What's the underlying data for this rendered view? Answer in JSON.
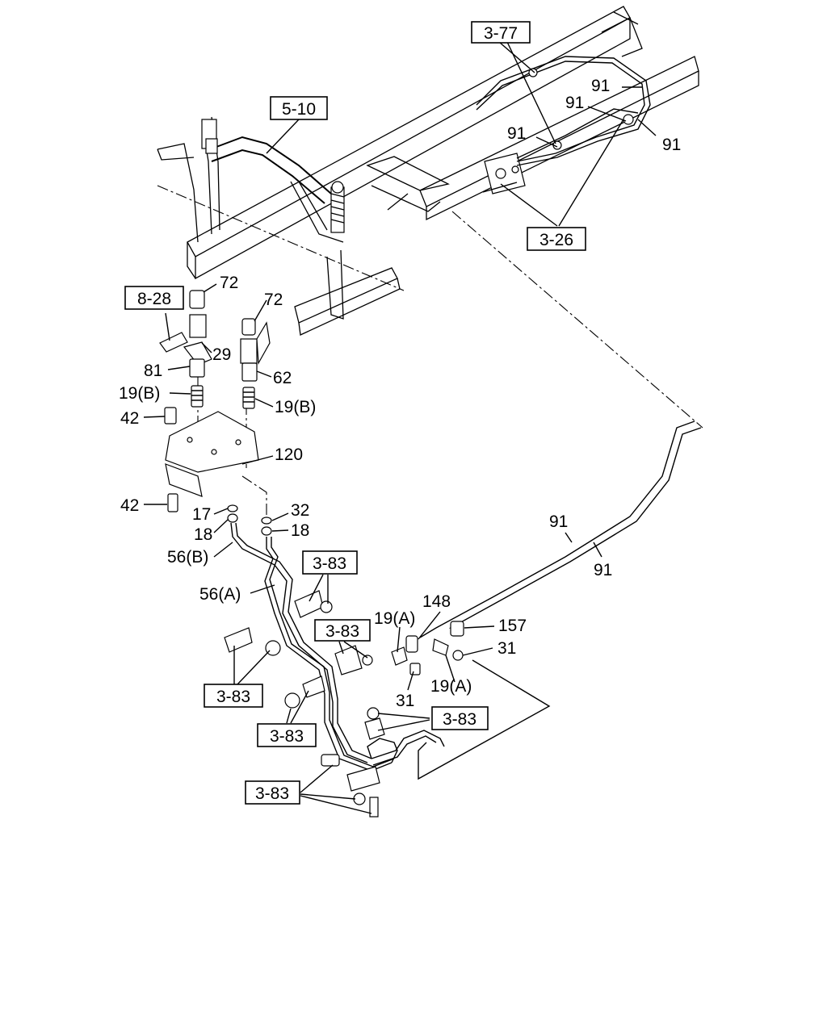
{
  "ref_boxes": {
    "b377": "3-77",
    "b510": "5-10",
    "b326": "3-26",
    "b828": "8-28",
    "b383_a": "3-83",
    "b383_b": "3-83",
    "b383_c": "3-83",
    "b383_d": "3-83",
    "b383_e": "3-83",
    "b383_f": "3-83"
  },
  "part_labels": {
    "p91_a": "91",
    "p91_b": "91",
    "p91_c": "91",
    "p91_d": "91",
    "p91_e": "91",
    "p91_f": "91",
    "p72_a": "72",
    "p72_b": "72",
    "p29": "29",
    "p81": "81",
    "p62": "62",
    "p19b_a": "19(B)",
    "p19b_b": "19(B)",
    "p42_a": "42",
    "p42_b": "42",
    "p120": "120",
    "p17": "17",
    "p18_a": "18",
    "p32": "32",
    "p18_b": "18",
    "p56b": "56(B)",
    "p56a": "56(A)",
    "p148": "148",
    "p19a_a": "19(A)",
    "p157": "157",
    "p31_a": "31",
    "p31_b": "31",
    "p19a_b": "19(A)"
  }
}
